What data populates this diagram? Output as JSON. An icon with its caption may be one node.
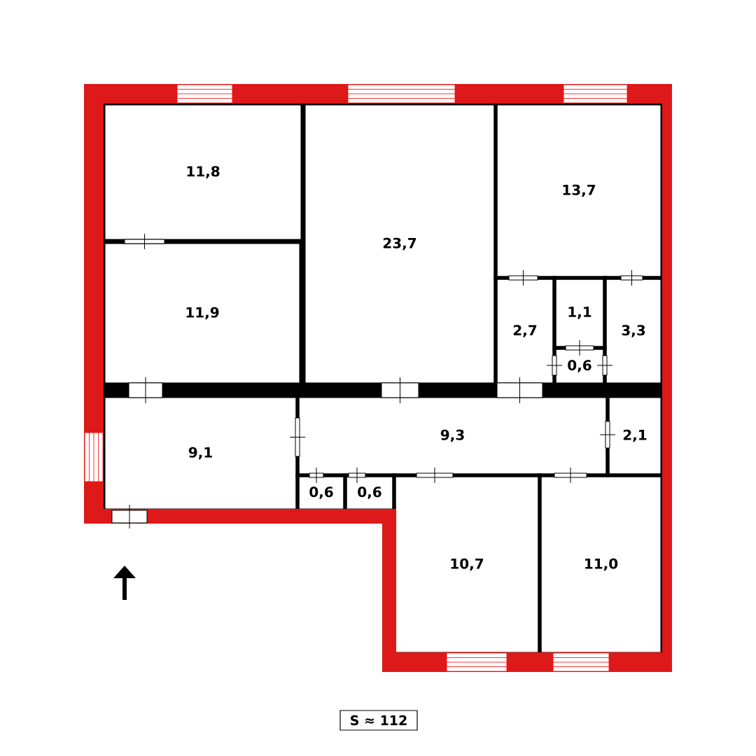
{
  "diagram": {
    "nodes": [
      {
        "text": [
          "11,8"
        ]
      },
      {
        "text": [
          "11,9"
        ]
      },
      {
        "text": [
          "23,7"
        ]
      },
      {
        "text": [
          "13,7"
        ]
      },
      {
        "text": [
          "2,7"
        ]
      },
      {
        "text": [
          "1,1"
        ]
      },
      {
        "text": [
          "0,6"
        ]
      },
      {
        "text": [
          "3,3"
        ]
      },
      {
        "text": [
          "9,1"
        ]
      },
      {
        "text": [
          "9,3"
        ]
      },
      {
        "text": [
          "2,1"
        ]
      },
      {
        "text": [
          "0,6"
        ]
      },
      {
        "text": [
          "0,6"
        ]
      },
      {
        "text": [
          "10,7"
        ]
      },
      {
        "text": [
          "11,0"
        ]
      },
      {
        "text": [
          "S ≈ 112"
        ]
      }
    ]
  }
}
